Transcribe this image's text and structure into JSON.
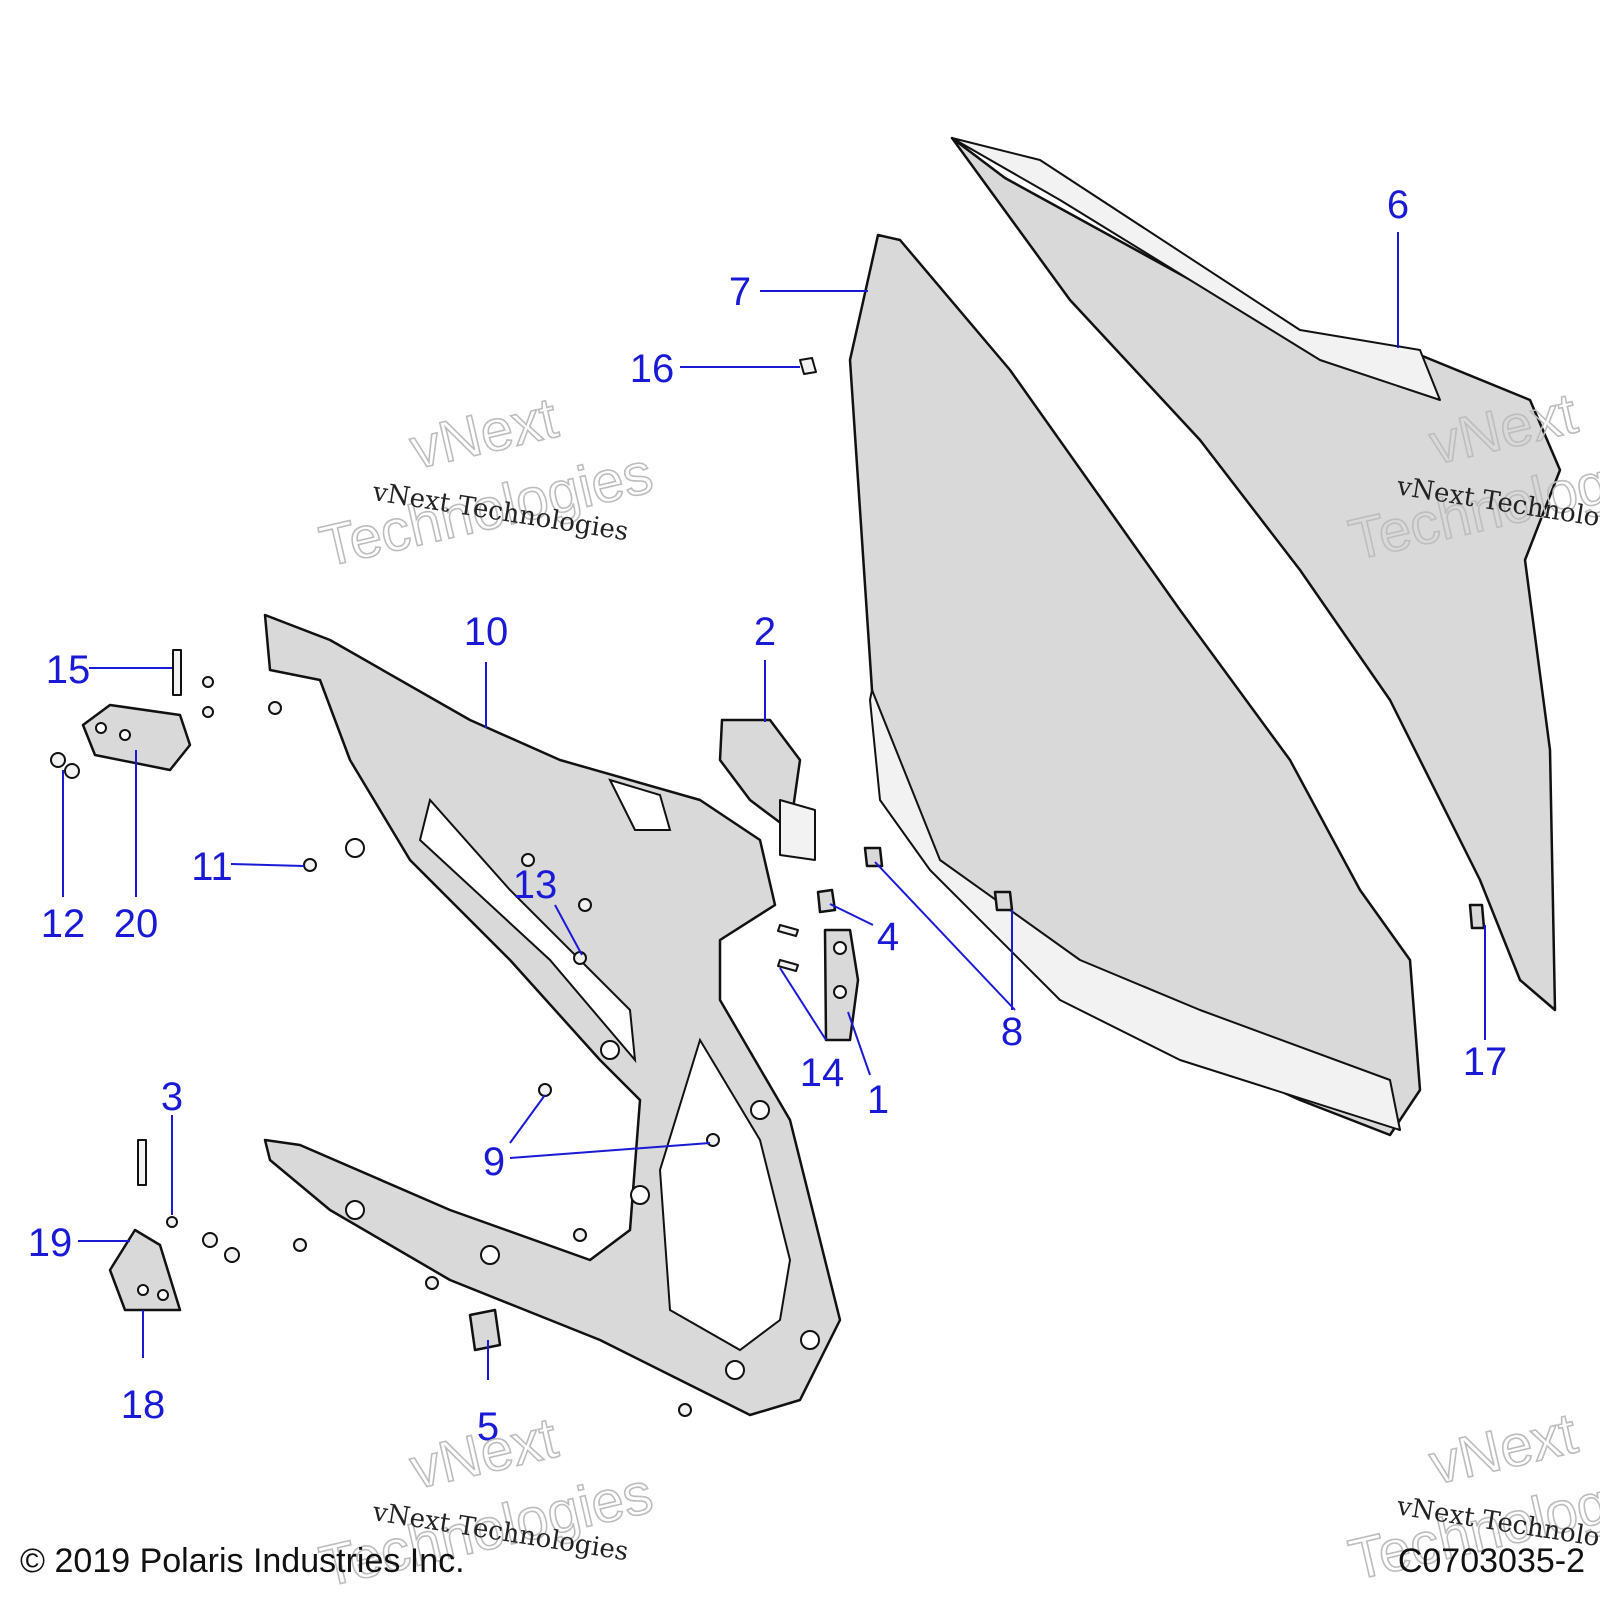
{
  "callouts": [
    "1",
    "2",
    "3",
    "4",
    "5",
    "6",
    "7",
    "8",
    "9",
    "10",
    "11",
    "12",
    "13",
    "14",
    "15",
    "16",
    "17",
    "18",
    "19",
    "20"
  ],
  "watermark": {
    "outline_line1": "vNext",
    "outline_line2": "Technologies",
    "serif_text": "vNext Technologies"
  },
  "footer": {
    "copyright": "© 2019 Polaris Industries Inc.",
    "figure_code": "C0703035-2"
  }
}
